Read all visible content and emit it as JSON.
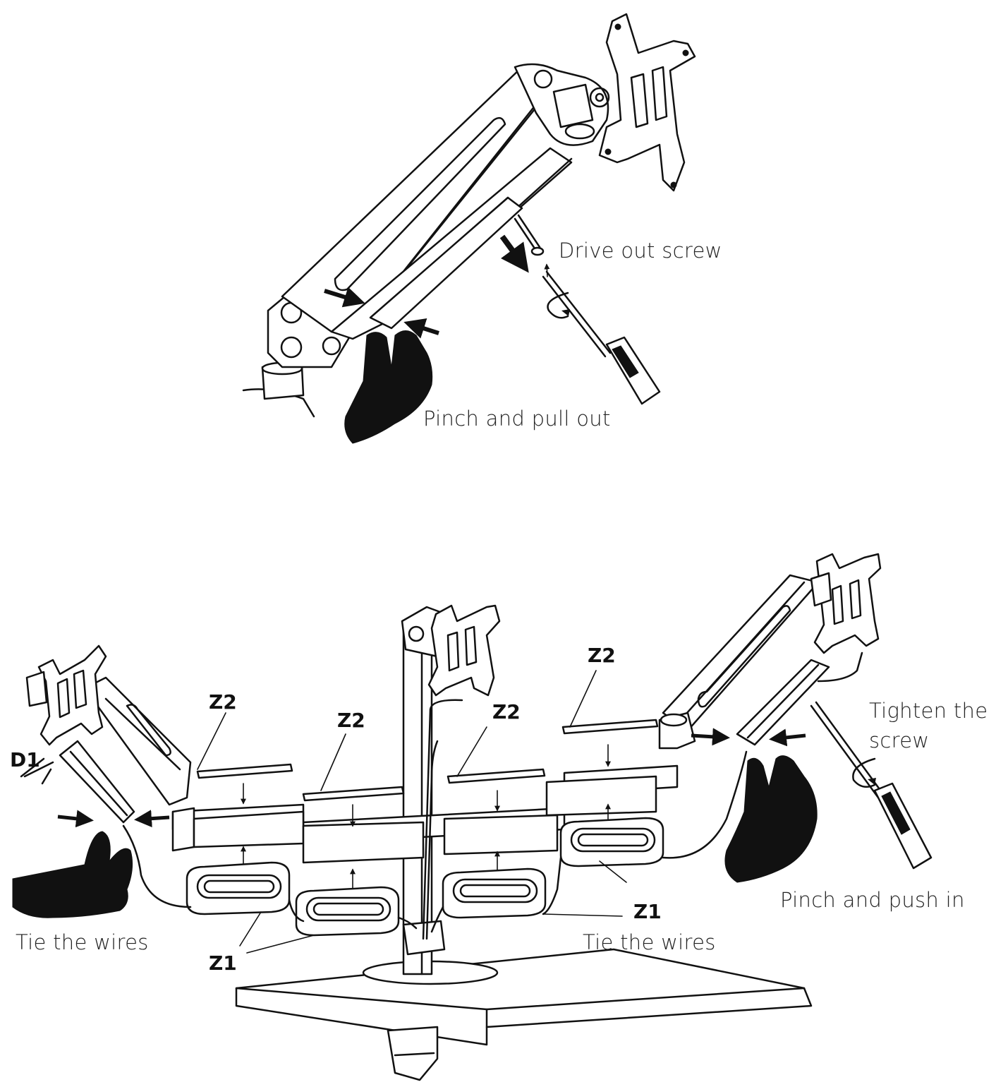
{
  "top_labels": {
    "drive_out_screw": "Drive out screw",
    "pinch_and_pull_out": "Pinch and pull out"
  },
  "bottom_labels": {
    "tighten_the_screw_line1": "Tighten the",
    "tighten_the_screw_line2": "screw",
    "pinch_and_push_in": "Pinch and push in",
    "tie_the_wires_left": "Tie the wires",
    "tie_the_wires_right": "Tie the wires"
  },
  "part_tags": {
    "d1": "D1",
    "z2_left": "Z2",
    "z2_center_left": "Z2",
    "z2_center_right": "Z2",
    "z2_right": "Z2",
    "z1_left": "Z1",
    "z1_right": "Z1"
  }
}
